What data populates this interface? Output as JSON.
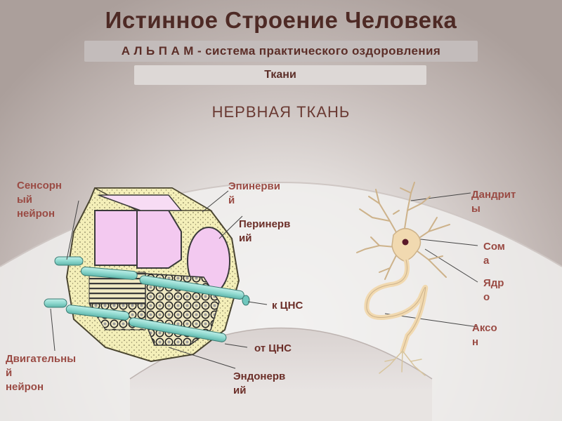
{
  "title": "Истинное  Строение  Человека",
  "subtitle": "А Л Ь П А М - система  практического  оздоровления",
  "section": "Ткани",
  "heading": "НЕРВНАЯ  ТКАНЬ",
  "labels": {
    "sensory_neuron": "Сенсорн\nый\nнейрон",
    "motor_neuron": "Двигательны\nй\nнейрон",
    "epineurium": "Эпинерви\nй",
    "perineurium": "Перинерв\nий",
    "to_cns": "к ЦНС",
    "from_cns": "от ЦНС",
    "endoneurium": "Эндонерв\nий",
    "dendrites": "Дандрит\nы",
    "soma": "Сом\nа",
    "nucleus": "Ядр\nо",
    "axon": "Аксо\nн"
  },
  "colors": {
    "title": "#4e2a25",
    "label_red": "#9a4b44",
    "label_brown": "#6b2e28",
    "fascicle_pink": "#f3c9f0",
    "sheath_yellow": "#f4efb9",
    "axon_green": "#8fd9cf",
    "neuron_body": "#f1d9b0"
  }
}
